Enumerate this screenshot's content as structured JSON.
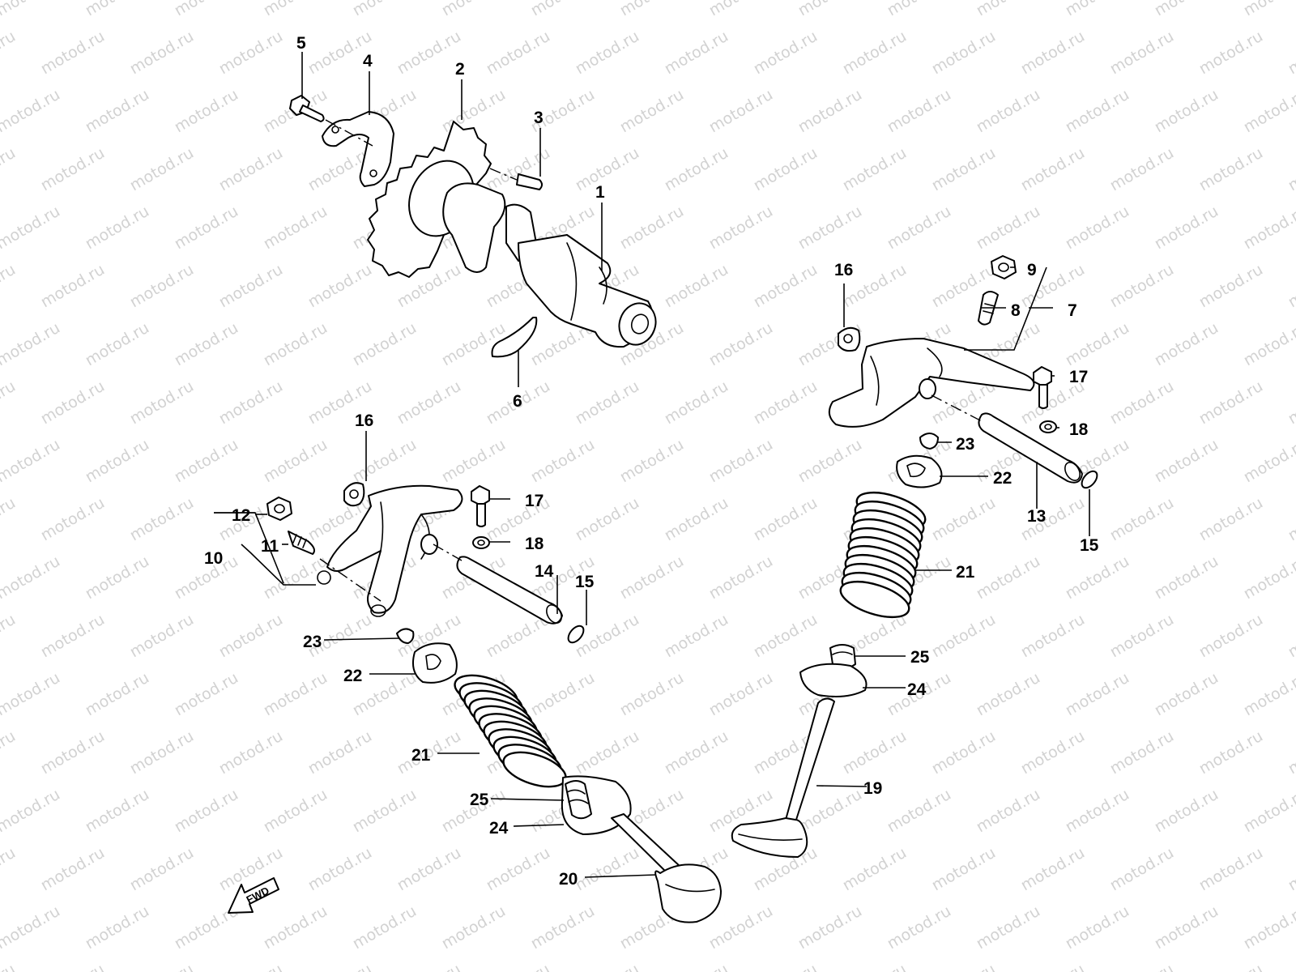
{
  "watermark": "motod.ru",
  "fwd_label": "FWD",
  "callouts": [
    "1",
    "2",
    "3",
    "4",
    "5",
    "6",
    "7",
    "8",
    "9",
    "10",
    "11",
    "12",
    "13",
    "14",
    "15",
    "16",
    "17",
    "18",
    "19",
    "20",
    "21",
    "22",
    "23",
    "24",
    "25"
  ]
}
